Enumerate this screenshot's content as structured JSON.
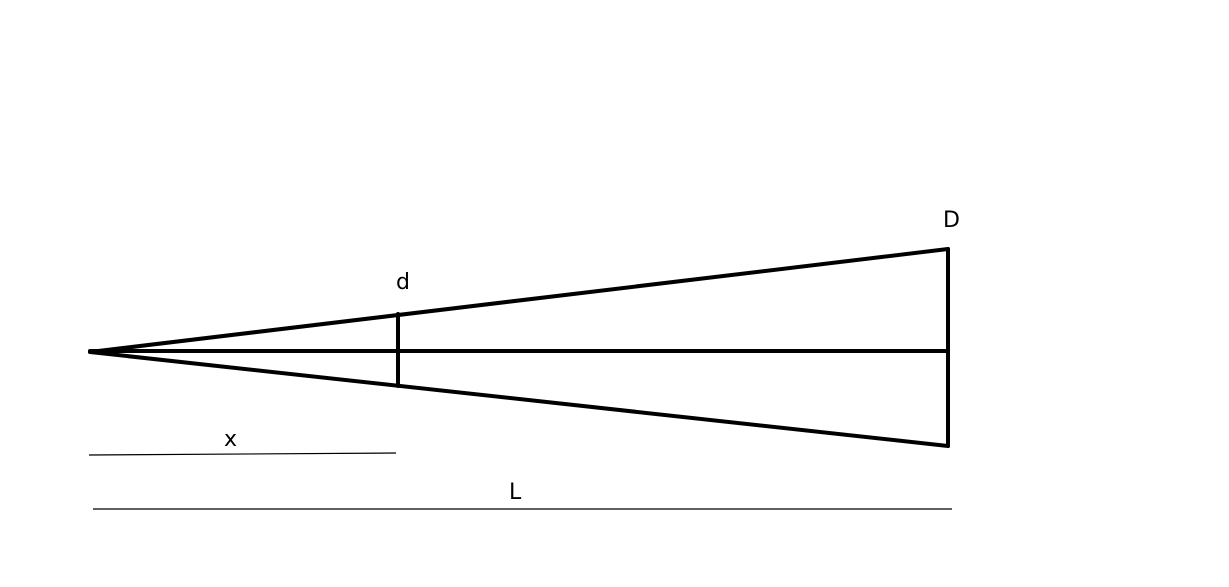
{
  "labels": {
    "small_diameter": "d",
    "large_diameter": "D",
    "partial_length": "x",
    "total_length": "L"
  },
  "colors": {
    "ink": "#000000",
    "background": "#ffffff"
  }
}
